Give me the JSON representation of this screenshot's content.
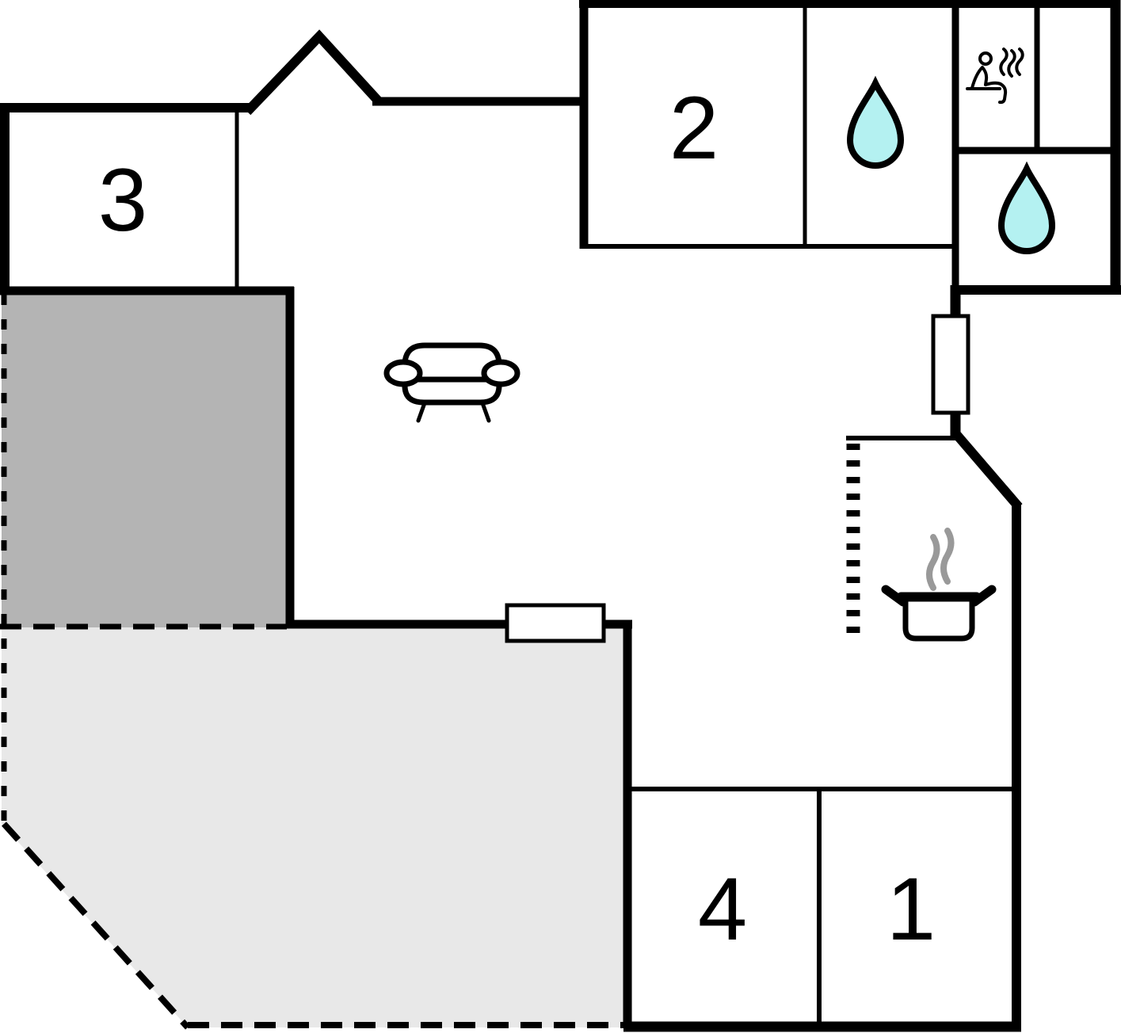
{
  "plan": {
    "type": "house-floor-plan",
    "rooms": {
      "room1": {
        "label": "1"
      },
      "room2": {
        "label": "2"
      },
      "room3": {
        "label": "3"
      },
      "room4": {
        "label": "4"
      }
    },
    "icons": {
      "bathroom_upper": "water-drop-icon",
      "bathroom_lower": "water-drop-icon",
      "sauna": "sauna-person-steam-icon",
      "kitchen": "cooking-pot-steam-icon",
      "living_room": "sofa-icon"
    },
    "areas": {
      "covered_terrace": "dark-gray-area",
      "open_terrace": "light-gray-area"
    }
  },
  "colors": {
    "wall": "#000000",
    "background": "#ffffff",
    "water_drop": "#b4f1f1",
    "terrace_covered": "#b4b4b4",
    "terrace_open": "#e8e8e8",
    "steam_gray": "#999999"
  }
}
